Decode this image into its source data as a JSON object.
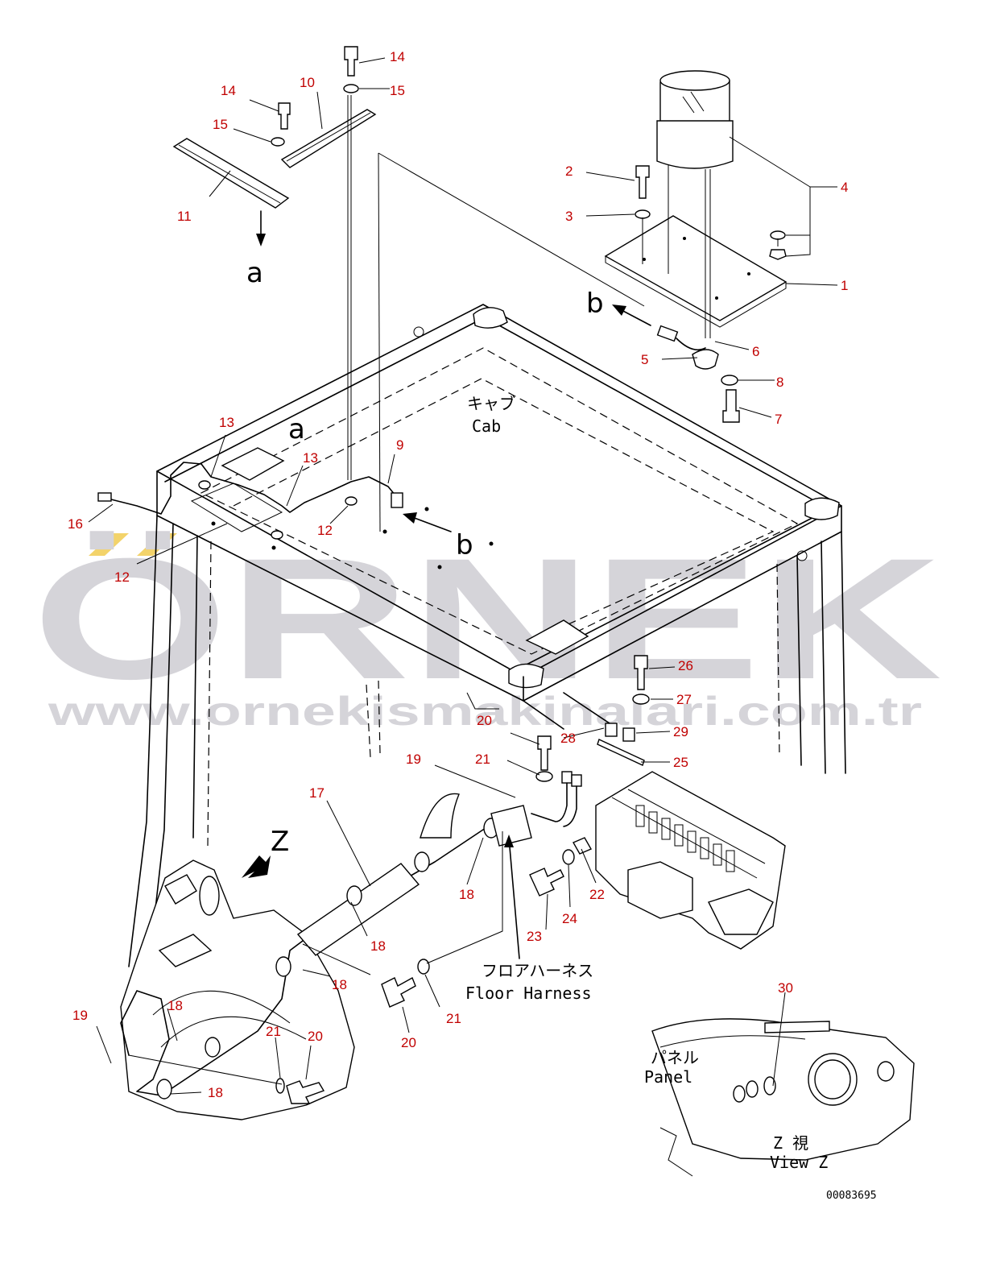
{
  "watermark": {
    "brand": "ÖRNEK",
    "url": "www.ornekismakinalari.com.tr",
    "color": "#d5d4d9",
    "accent": "#f3d36a"
  },
  "labels": {
    "cab_ja": "キャブ",
    "cab_en": "Cab",
    "floor_harness_ja": "フロアハーネス",
    "floor_harness_en": "Floor Harness",
    "panel_ja": "パネル",
    "panel_en": "Panel",
    "view_ja": "Z 視",
    "view_en": "View Z",
    "doc_no": "00083695"
  },
  "view_letters": {
    "a": "a",
    "b": "b",
    "z": "Z"
  },
  "callouts": [
    "1",
    "2",
    "3",
    "4",
    "5",
    "6",
    "7",
    "8",
    "9",
    "10",
    "11",
    "12",
    "13",
    "14",
    "15",
    "16",
    "17",
    "18",
    "19",
    "20",
    "21",
    "22",
    "23",
    "24",
    "25",
    "26",
    "27",
    "28",
    "29",
    "30"
  ],
  "callout_color": "#c00000"
}
